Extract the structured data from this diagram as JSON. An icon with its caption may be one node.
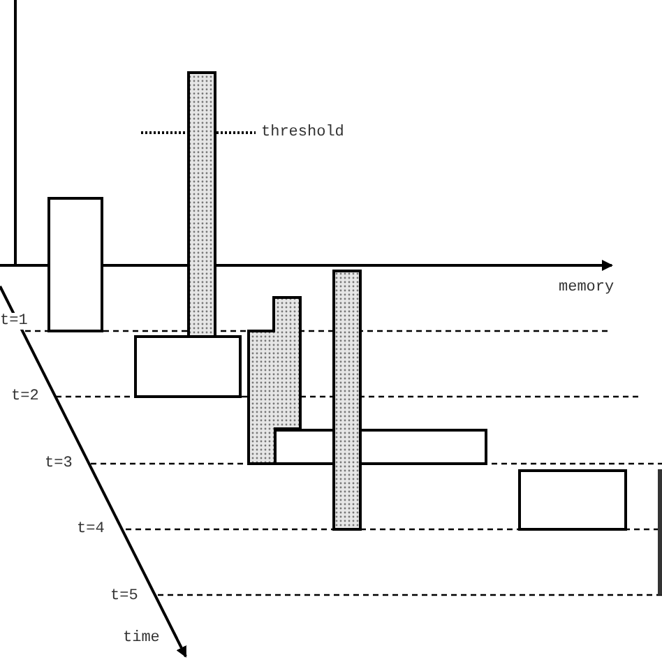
{
  "diagram": {
    "labels": [
      "threshold",
      "memory",
      "t=1",
      "t=2",
      "t=3",
      "t=4",
      "t=5",
      "time"
    ]
  }
}
